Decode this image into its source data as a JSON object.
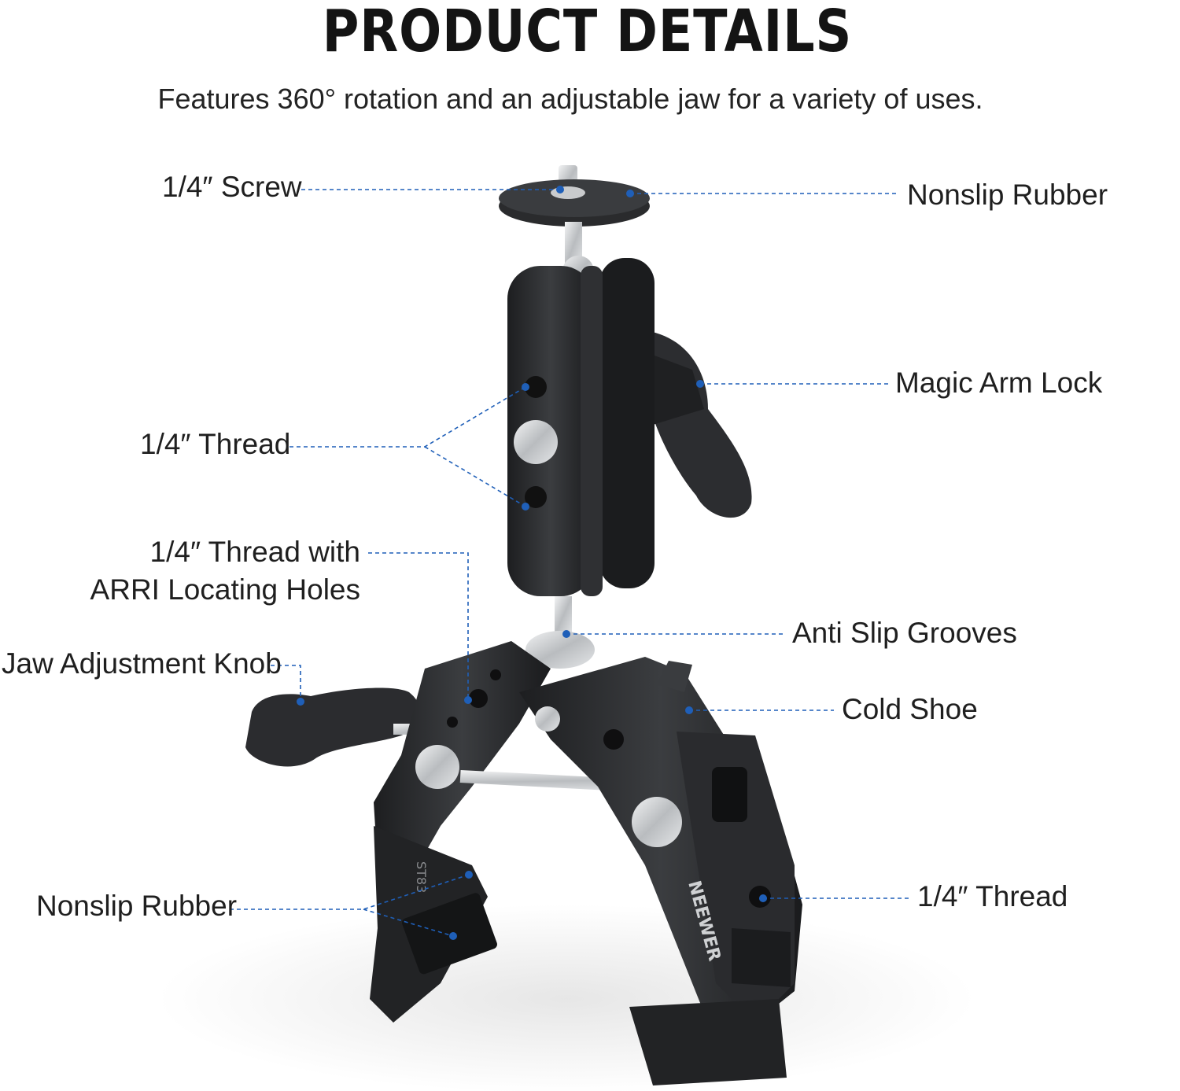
{
  "header": {
    "title": "PRODUCT DETAILS",
    "subtitle": "Features 360° rotation and an adjustable jaw for a variety of uses."
  },
  "callouts": {
    "screw": "1/4″ Screw",
    "nonslip_top": "Nonslip Rubber",
    "magic_arm_lock": "Magic Arm Lock",
    "thread_arm": "1/4″ Thread",
    "arri_line1": "1/4″ Thread with",
    "arri_line2": "ARRI Locating Holes",
    "anti_slip": "Anti Slip Grooves",
    "jaw_knob": "Jaw Adjustment Knob",
    "cold_shoe": "Cold Shoe",
    "nonslip_bottom": "Nonslip Rubber",
    "thread_bottom": "1/4″ Thread"
  },
  "product": {
    "brand_mark": "NEEWER",
    "model_mark": "ST83"
  },
  "colors": {
    "leader_line": "#1f5fb8",
    "metal_dark": "#262729",
    "metal_mid": "#3a3c3f",
    "silver": "#c9cbcd"
  }
}
